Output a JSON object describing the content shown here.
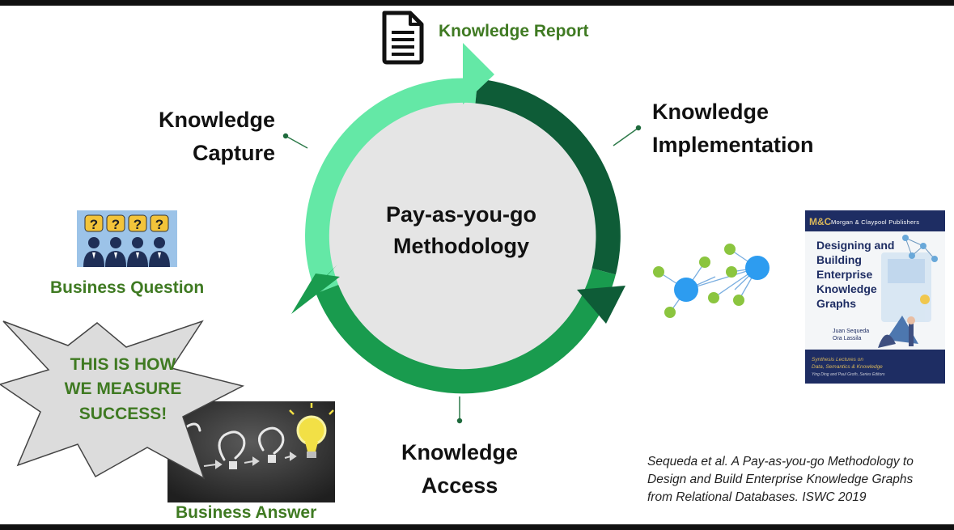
{
  "slide": {
    "header_label": "Knowledge Report",
    "center_title_line1": "Pay-as-you-go",
    "center_title_line2": "Methodology",
    "phases": {
      "capture_line1": "Knowledge",
      "capture_line2": "Capture",
      "implementation_line1": "Knowledge",
      "implementation_line2": "Implementation",
      "access_line1": "Knowledge",
      "access_line2": "Access"
    },
    "business_question_label": "Business Question",
    "question_marks": [
      "?",
      "?",
      "?",
      "?"
    ],
    "burst": {
      "line1": "THIS IS HOW",
      "line2": "WE MEASURE",
      "line3": "SUCCESS!"
    },
    "business_answer_label": "Business Answer",
    "citation_line1": "Sequeda et al. A Pay-as-you-go Methodology to",
    "citation_line2": "Design and Build Enterprise Knowledge Graphs",
    "citation_line3": "from Relational Databases. ISWC 2019"
  },
  "book": {
    "publisher_logo": "M&C",
    "publisher": "Morgan & Claypool Publishers",
    "title_line1": "Designing and",
    "title_line2": "Building",
    "title_line3": "Enterprise",
    "title_line4": "Knowledge",
    "title_line5": "Graphs",
    "author1": "Juan Sequeda",
    "author2": "Ora Lassila",
    "series_line1": "Synthesis Lectures on",
    "series_line2": "Data, Semantics & Knowledge",
    "editors": "Ying Ding and Paul Groth, Series Editors"
  },
  "colors": {
    "light_green": "#64e8a6",
    "dark_green": "#0e5c37",
    "medium_green": "#199b4e",
    "label_green": "#3f7a22",
    "inner_disk": "#e5e5e5",
    "graph_blue": "#2d9cf0",
    "graph_green": "#8bc53f",
    "book_navy": "#1e2d63"
  },
  "icons": [
    "document-icon",
    "people-question-icon",
    "lightbulb-chalkboard-icon",
    "graph-network-icon",
    "book-cover"
  ]
}
